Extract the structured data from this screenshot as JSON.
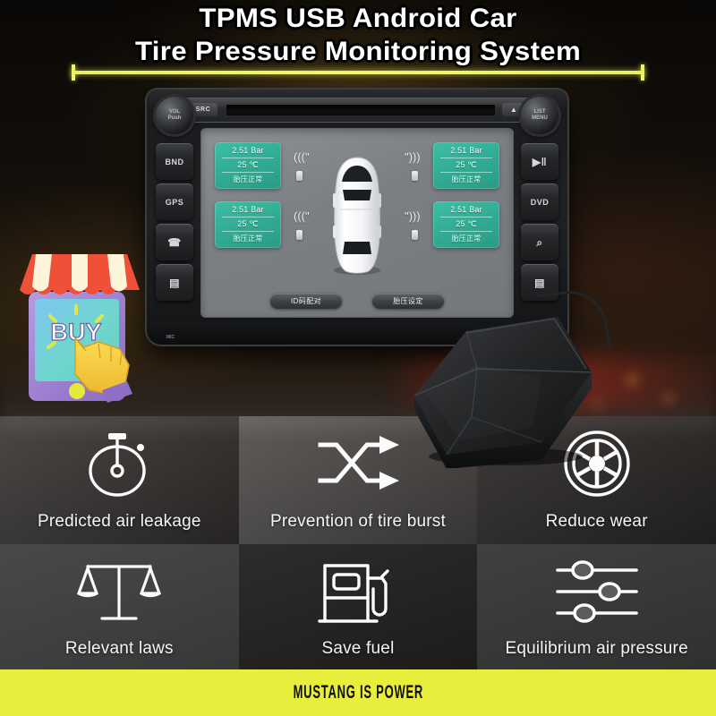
{
  "title": {
    "line1": "TPMS USB Android Car",
    "line2": "Tire Pressure Monitoring System"
  },
  "badge": {
    "label": "BUY",
    "icon": "shop-front-icon",
    "colors": {
      "awning": "#ee4d3a",
      "body": "#a383d4",
      "screen": "#6fd6d0",
      "hand": "#f7cf3e"
    }
  },
  "head_unit": {
    "top_bar": {
      "src_label": "SRC",
      "eject_label": "▲"
    },
    "left_knob_label": "VOL\nPush",
    "right_knob_label": "LIST\nMENU",
    "left_buttons": [
      {
        "label": "BND",
        "icon": "band-button"
      },
      {
        "label": "GPS",
        "icon": "gps-button"
      },
      {
        "label": "☎",
        "icon": "phone-call-icon"
      },
      {
        "label": "▤",
        "icon": "av-card-icon"
      }
    ],
    "right_buttons": [
      {
        "label": "▶‖",
        "icon": "play-pause-icon"
      },
      {
        "label": "DVD",
        "icon": "dvd-button"
      },
      {
        "label": "⌕",
        "icon": "phone-hangup-icon"
      },
      {
        "label": "▤",
        "icon": "exit-card-icon"
      }
    ],
    "mic_label": "MIC"
  },
  "tpms_screen": {
    "tires": [
      {
        "position": "front-left",
        "pressure": "2.51  Bar",
        "temperature": "25 ℃",
        "status": "胎压正常"
      },
      {
        "position": "front-right",
        "pressure": "2.51  Bar",
        "temperature": "25 ℃",
        "status": "胎压正常"
      },
      {
        "position": "rear-left",
        "pressure": "2.51  Bar",
        "temperature": "25 ℃",
        "status": "胎压正常"
      },
      {
        "position": "rear-right",
        "pressure": "2.51  Bar",
        "temperature": "25 ℃",
        "status": "胎压正常"
      }
    ],
    "buttons": [
      {
        "label": "ID码配对",
        "name": "id-pairing-button"
      },
      {
        "label": "胎压设定",
        "name": "pressure-setting-button"
      }
    ],
    "card_color": "#32ae96"
  },
  "features": [
    {
      "label": "Predicted air leakage",
      "icon": "stopwatch-icon"
    },
    {
      "label": "Prevention of tire burst",
      "icon": "shuffle-arrows-icon"
    },
    {
      "label": "Reduce wear",
      "icon": "wheel-rim-icon"
    },
    {
      "label": "Relevant laws",
      "icon": "balance-scales-icon"
    },
    {
      "label": "Save fuel",
      "icon": "fuel-pump-icon"
    },
    {
      "label": "Equilibrium air pressure",
      "icon": "sliders-icon"
    }
  ],
  "footer": {
    "text": "MUSTANG IS POWER",
    "background": "#e8ee3c"
  }
}
